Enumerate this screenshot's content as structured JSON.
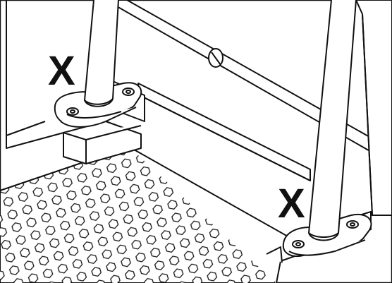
{
  "illustration": {
    "markers": [
      {
        "id": "marker-left",
        "symbol": "X"
      },
      {
        "id": "marker-right",
        "symbol": "X"
      }
    ],
    "colors": {
      "line": "#111111",
      "fill": "#ffffff",
      "marker": "#111111"
    }
  }
}
